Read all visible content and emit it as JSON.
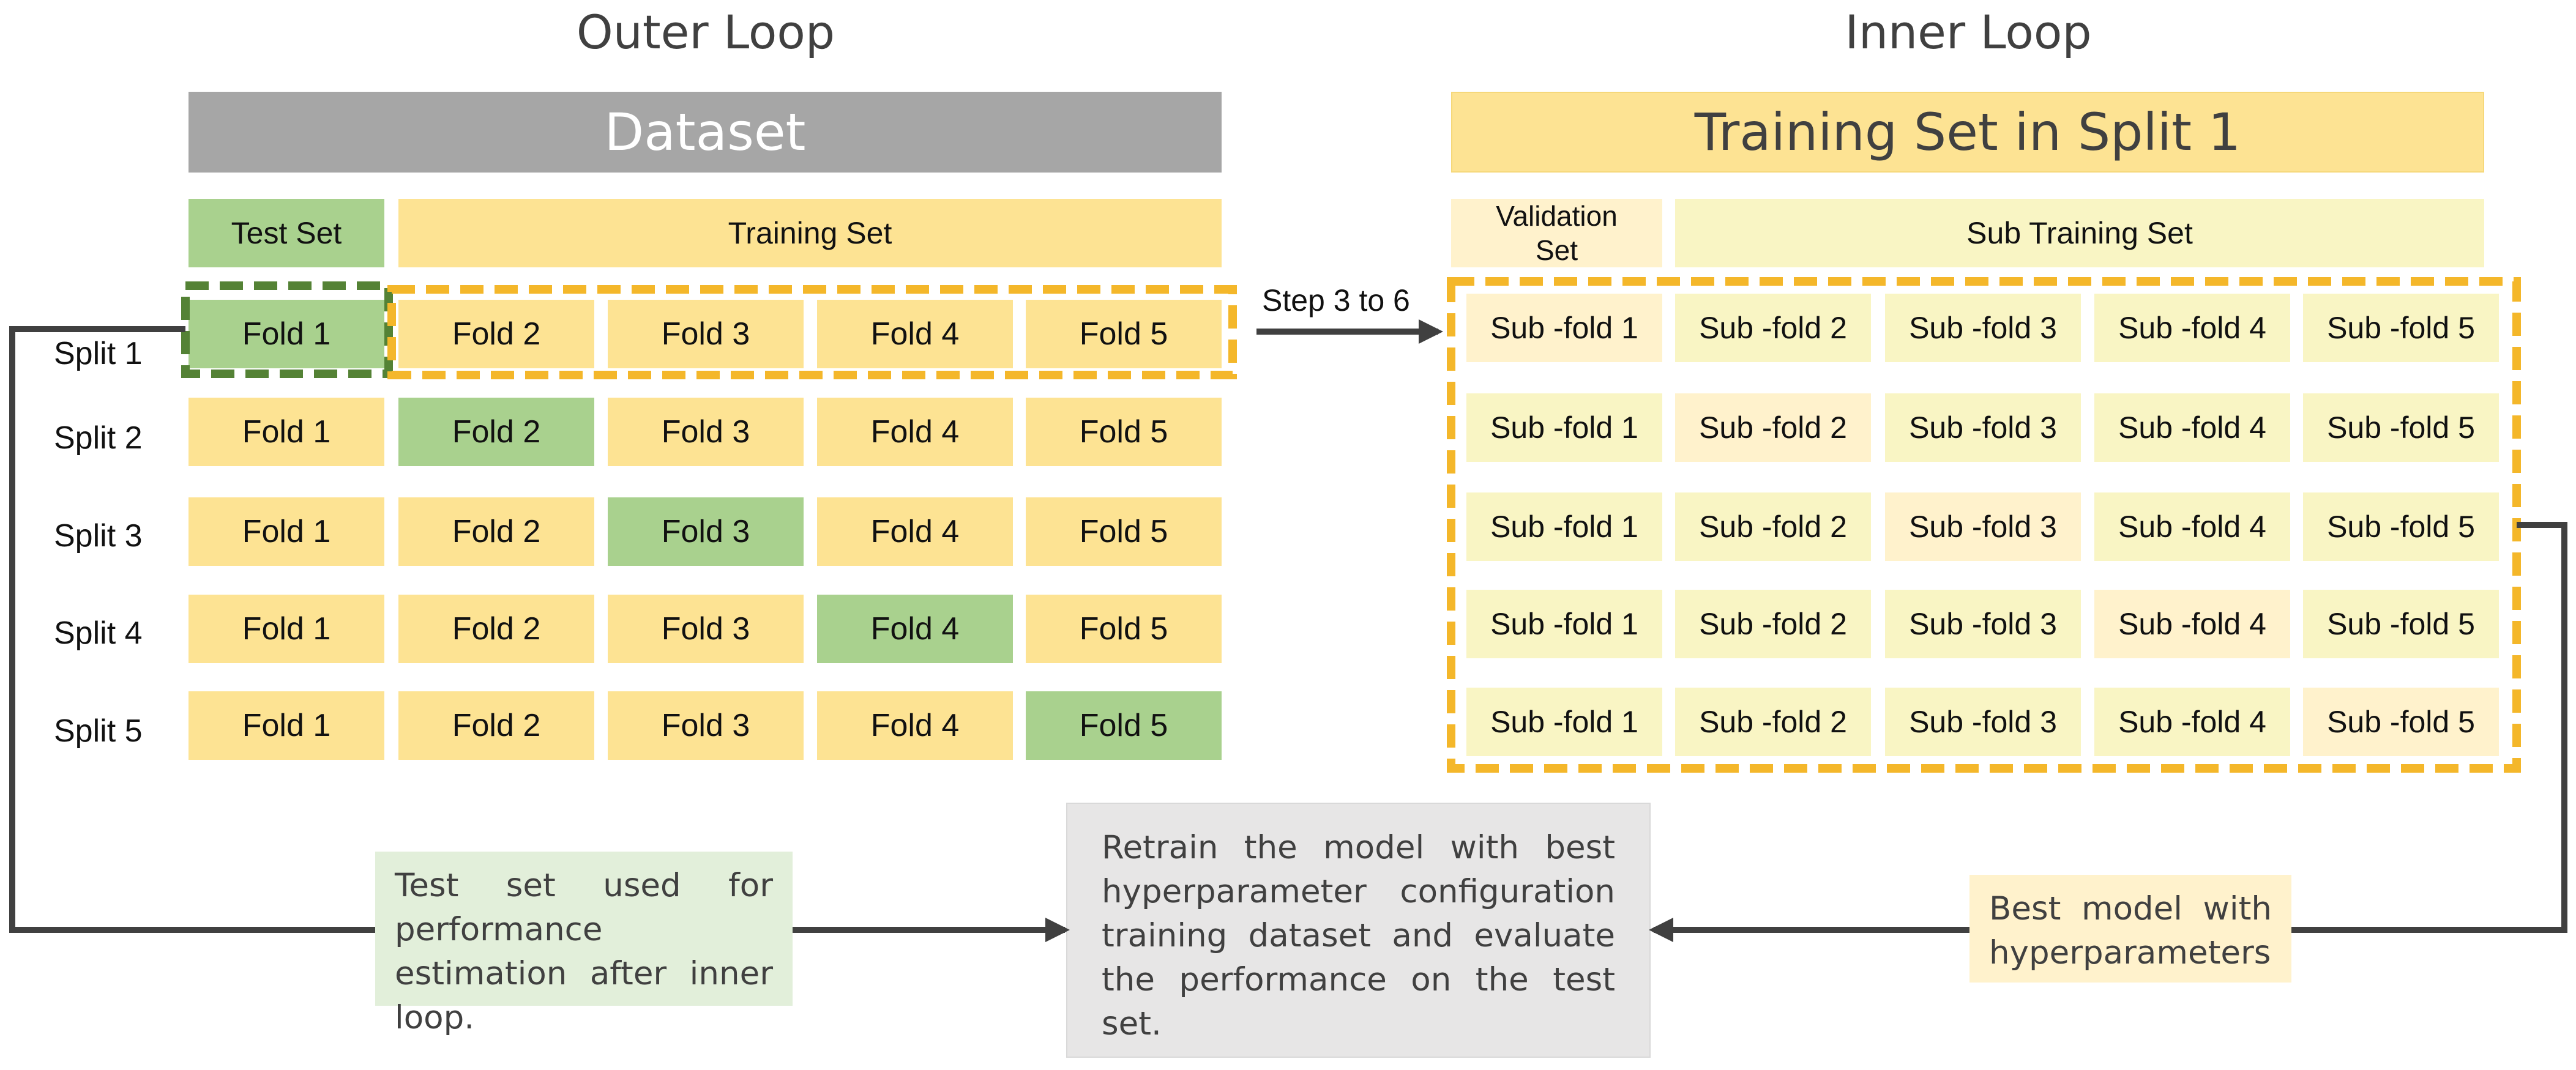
{
  "titles": {
    "outer": "Outer Loop",
    "inner": "Inner Loop"
  },
  "outer": {
    "dataset": "Dataset",
    "test_set": "Test Set",
    "training_set": "Training Set",
    "splits": [
      "Split 1",
      "Split 2",
      "Split 3",
      "Split 4",
      "Split 5"
    ],
    "folds": [
      "Fold 1",
      "Fold 2",
      "Fold 3",
      "Fold 4",
      "Fold 5"
    ]
  },
  "inner": {
    "training_set_in_split": "Training Set in Split 1",
    "validation_set": "Validation Set",
    "sub_training_set": "Sub Training Set",
    "subfolds": [
      "Sub -fold 1",
      "Sub -fold 2",
      "Sub -fold 3",
      "Sub -fold 4",
      "Sub -fold 5"
    ]
  },
  "arrow_label": "Step 3 to 6",
  "notes": {
    "test_note": "Test set used for performance estimation after inner loop.",
    "retrain_note": "Retrain the model with best hyperparameter configuration training dataset and evaluate the performance on the test set.",
    "best_model_note": "Best model with hyperparameters"
  },
  "colors": {
    "test_green": "#a9d18e",
    "training_yellow": "#fde393",
    "validation_light": "#fff2cc",
    "subtraining_pale": "#f9f5c4",
    "dataset_gray": "#a6a6a6",
    "highlight_dash_orange": "#f4b72a",
    "highlight_dash_green": "#548235"
  }
}
